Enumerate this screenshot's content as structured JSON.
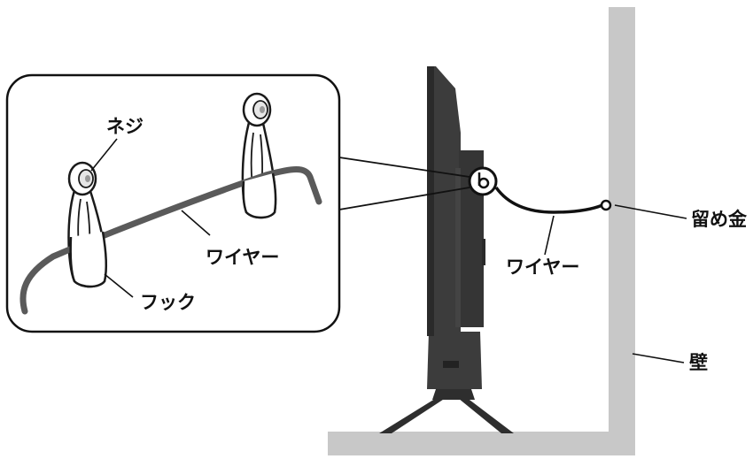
{
  "labels": {
    "screw": "ネジ",
    "wire_detail": "ワイヤー",
    "hook": "フック",
    "wire_main": "ワイヤー",
    "clamp": "留め金",
    "wall": "壁"
  },
  "colors": {
    "wall": "#c8c8c8",
    "tv_body": "#3c3c3c",
    "tv_dark": "#2a2a2a",
    "wire_detail": "#5a5a5a",
    "wire_main": "#111111",
    "strap": "#ffffff",
    "outline": "#1a1a1a"
  }
}
